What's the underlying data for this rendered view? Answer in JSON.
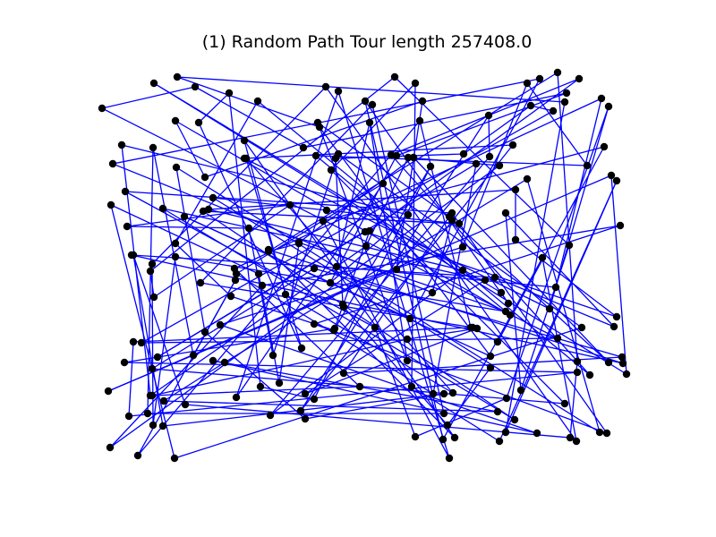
{
  "chart_data": {
    "type": "scatter",
    "title": "(1)  Random Path  Tour length 257408.0",
    "axes_visible": false,
    "grid": false,
    "line_color": "#0000ff",
    "point_color": "#000000",
    "x": [
      172,
      198,
      218,
      256,
      288,
      364,
      378,
      408,
      416,
      441,
      464,
      472,
      589,
      603,
      623,
      647,
      114,
      196,
      222,
      355,
      357,
      413,
      469,
      546,
      593,
      618,
      631,
      633,
      672,
      680,
      136,
      171,
      273,
      275,
      339,
      353,
      378,
      437,
      443,
      462,
      481,
      518,
      547,
      573,
      675,
      126,
      197,
      229,
      273,
      370,
      375,
      428,
      456,
      532,
      558,
      576,
      589,
      656,
      683,
      689,
      140,
      124,
      182,
      206,
      227,
      233,
      238,
      278,
      300,
      324,
      334,
      361,
      365,
      409,
      413,
      456,
      502,
      505,
      505,
      513,
      517,
      565,
      576,
      636,
      693,
      142,
      147,
      149,
      170,
      196,
      168,
      196,
      224,
      262,
      264,
      263,
      289,
      293,
      300,
      319,
      334,
      351,
      369,
      376,
      384,
      408,
      443,
      483,
      517,
      542,
      553,
      560,
      606,
      621,
      172,
      258,
      246,
      229,
      351,
      373,
      374,
      383,
      419,
      455,
      458,
      526,
      528,
      533,
      548,
      565,
      570,
      568,
      614,
      650,
      689,
      686,
      149,
      158,
      176,
      216,
      238,
      251,
      305,
      337,
      455,
      548,
      556,
      623,
      645,
      696,
      695,
      680,
      139,
      170,
      170,
      121,
      168,
      183,
      207,
      264,
      291,
      312,
      341,
      351,
      384,
      402,
      460,
      484,
      496,
      506,
      566,
      582,
      631,
      700,
      645,
      659,
      144,
      165,
      171,
      182,
      302,
      336,
      341,
      496,
      500,
      508,
      556,
      575,
      565,
      600,
      670,
      678,
      637,
      644,
      123,
      154,
      195,
      464,
      495,
      502,
      558
    ],
    "y": [
      93,
      86,
      97,
      104,
      113,
      97,
      102,
      113,
      117,
      86,
      93,
      113,
      93,
      88,
      81,
      88,
      121,
      135,
      137,
      137,
      142,
      137,
      135,
      129,
      118,
      124,
      114,
      104,
      110,
      119,
      162,
      165,
      157,
      177,
      165,
      174,
      172,
      173,
      174,
      176,
      186,
      172,
      175,
      162,
      164,
      183,
      187,
      198,
      177,
      190,
      177,
      205,
      176,
      183,
      185,
      212,
      200,
      185,
      196,
      202,
      214,
      229,
      233,
      242,
      236,
      234,
      221,
      255,
      281,
      229,
      271,
      247,
      235,
      275,
      258,
      240,
      242,
      246,
      238,
      250,
      276,
      238,
      268,
      274,
      252,
      253,
      285,
      285,
      295,
      272,
      303,
      287,
      316,
      300,
      306,
      313,
      306,
      319,
      279,
      329,
      272,
      300,
      316,
      298,
      343,
      259,
      301,
      327,
      302,
      313,
      310,
      327,
      288,
      321,
      332,
      331,
      363,
      371,
      362,
      369,
      367,
      340,
      366,
      379,
      356,
      366,
      366,
      367,
      398,
      348,
      352,
      339,
      345,
      366,
      354,
      365,
      382,
      383,
      399,
      397,
      403,
      405,
      397,
      389,
      403,
      411,
      382,
      378,
      404,
      406,
      399,
      405,
      405,
      412,
      442,
      437,
      442,
      448,
      452,
      444,
      432,
      428,
      440,
      446,
      417,
      432,
      432,
      440,
      440,
      439,
      445,
      436,
      451,
      418,
      416,
      419,
      465,
      462,
      475,
      476,
      464,
      459,
      468,
      462,
      475,
      489,
      460,
      469,
      483,
      484,
      483,
      484,
      489,
      493,
      500,
      509,
      512,
      488,
      491,
      512,
      493
    ]
  }
}
